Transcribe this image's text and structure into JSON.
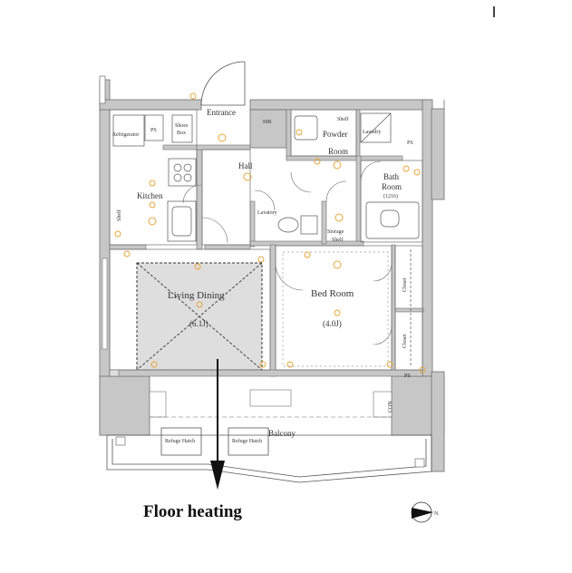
{
  "rooms": {
    "entrance": "Entrance",
    "mb": "MB",
    "shelf_top": "Shelf",
    "powder_room_1": "Powder",
    "powder_room_2": "Room",
    "laundry": "Laundry",
    "ps_top_left": "PS",
    "ps_top_right": "PS",
    "ps_bottom": "PS",
    "refrigerator": "Refrigerator",
    "shoes_box_1": "Shoes",
    "shoes_box_2": "Box",
    "hall": "Hall",
    "bath_room_1": "Bath",
    "bath_room_2": "Room",
    "bath_size": "(1216)",
    "kitchen": "Kitchen",
    "shelf_left": "Shelf",
    "lavatory": "Lavatory",
    "storage_1": "Storage",
    "storage_2": "Shelf",
    "living_dining": "Living Dining",
    "living_size": "(6.1J)",
    "bed_room": "Bed Room",
    "bed_size": "(4.0J)",
    "closet_1": "Closet",
    "closet_2": "Closet",
    "balcony": "Balcony",
    "refuge_1": "Refuge Hatch",
    "refuge_2": "Refuge Hatch",
    "ac_unit": "CON"
  },
  "annotation": {
    "floor_heating": "Floor heating"
  },
  "compass": {
    "north_letter": "N"
  },
  "colors": {
    "wall": "#c7c7c7",
    "wall_edge": "#6e6e6e",
    "heated_floor": "#dedede",
    "fixture_dot": "#e8a53a",
    "arrow": "#111111"
  }
}
